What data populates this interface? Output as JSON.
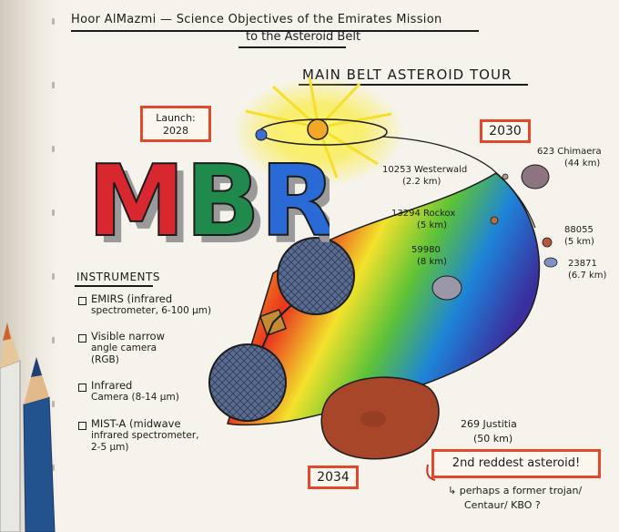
{
  "header": {
    "title_line1": "Hoor AlMazmi — Science Objectives of the Emirates Mission",
    "title_line2": "to the Asteroid Belt"
  },
  "tour_title": "MAIN BELT ASTEROID TOUR",
  "logo": {
    "text": "MBR",
    "colors": [
      "#d8272e",
      "#1f8a4c",
      "#2a6ad6"
    ]
  },
  "launch": {
    "label": "Launch:",
    "year": "2028"
  },
  "years": {
    "start_belt": "2030",
    "end": "2034"
  },
  "asteroids": [
    {
      "name": "10253 Westerwald",
      "size": "(2.2 km)"
    },
    {
      "name": "623 Chimaera",
      "size": "(44 km)"
    },
    {
      "name": "13294 Rockox",
      "size": "(5 km)"
    },
    {
      "name": "88055",
      "size": "(5 km)"
    },
    {
      "name": "59980",
      "size": "(8 km)"
    },
    {
      "name": "23871",
      "size": "(6.7 km)"
    },
    {
      "name": "269 Justitia",
      "size": "(50 km)"
    }
  ],
  "justitia_note": {
    "headline": "2nd reddest asteroid!",
    "line1": "↳ perhaps a former trojan/",
    "line2": "Centaur/ KBO ?"
  },
  "instruments": {
    "heading": "INSTRUMENTS",
    "items": [
      {
        "l1": "EMIRS (infrared",
        "l2": "spectrometer, 6-100 μm)",
        "l3": ""
      },
      {
        "l1": "Visible narrow",
        "l2": "angle camera",
        "l3": "(RGB)"
      },
      {
        "l1": "Infrared",
        "l2": "Camera (8-14 μm)",
        "l3": ""
      },
      {
        "l1": "MIST-A (midwave",
        "l2": "infrared spectrometer,",
        "l3": "2-5 μm)"
      }
    ]
  }
}
